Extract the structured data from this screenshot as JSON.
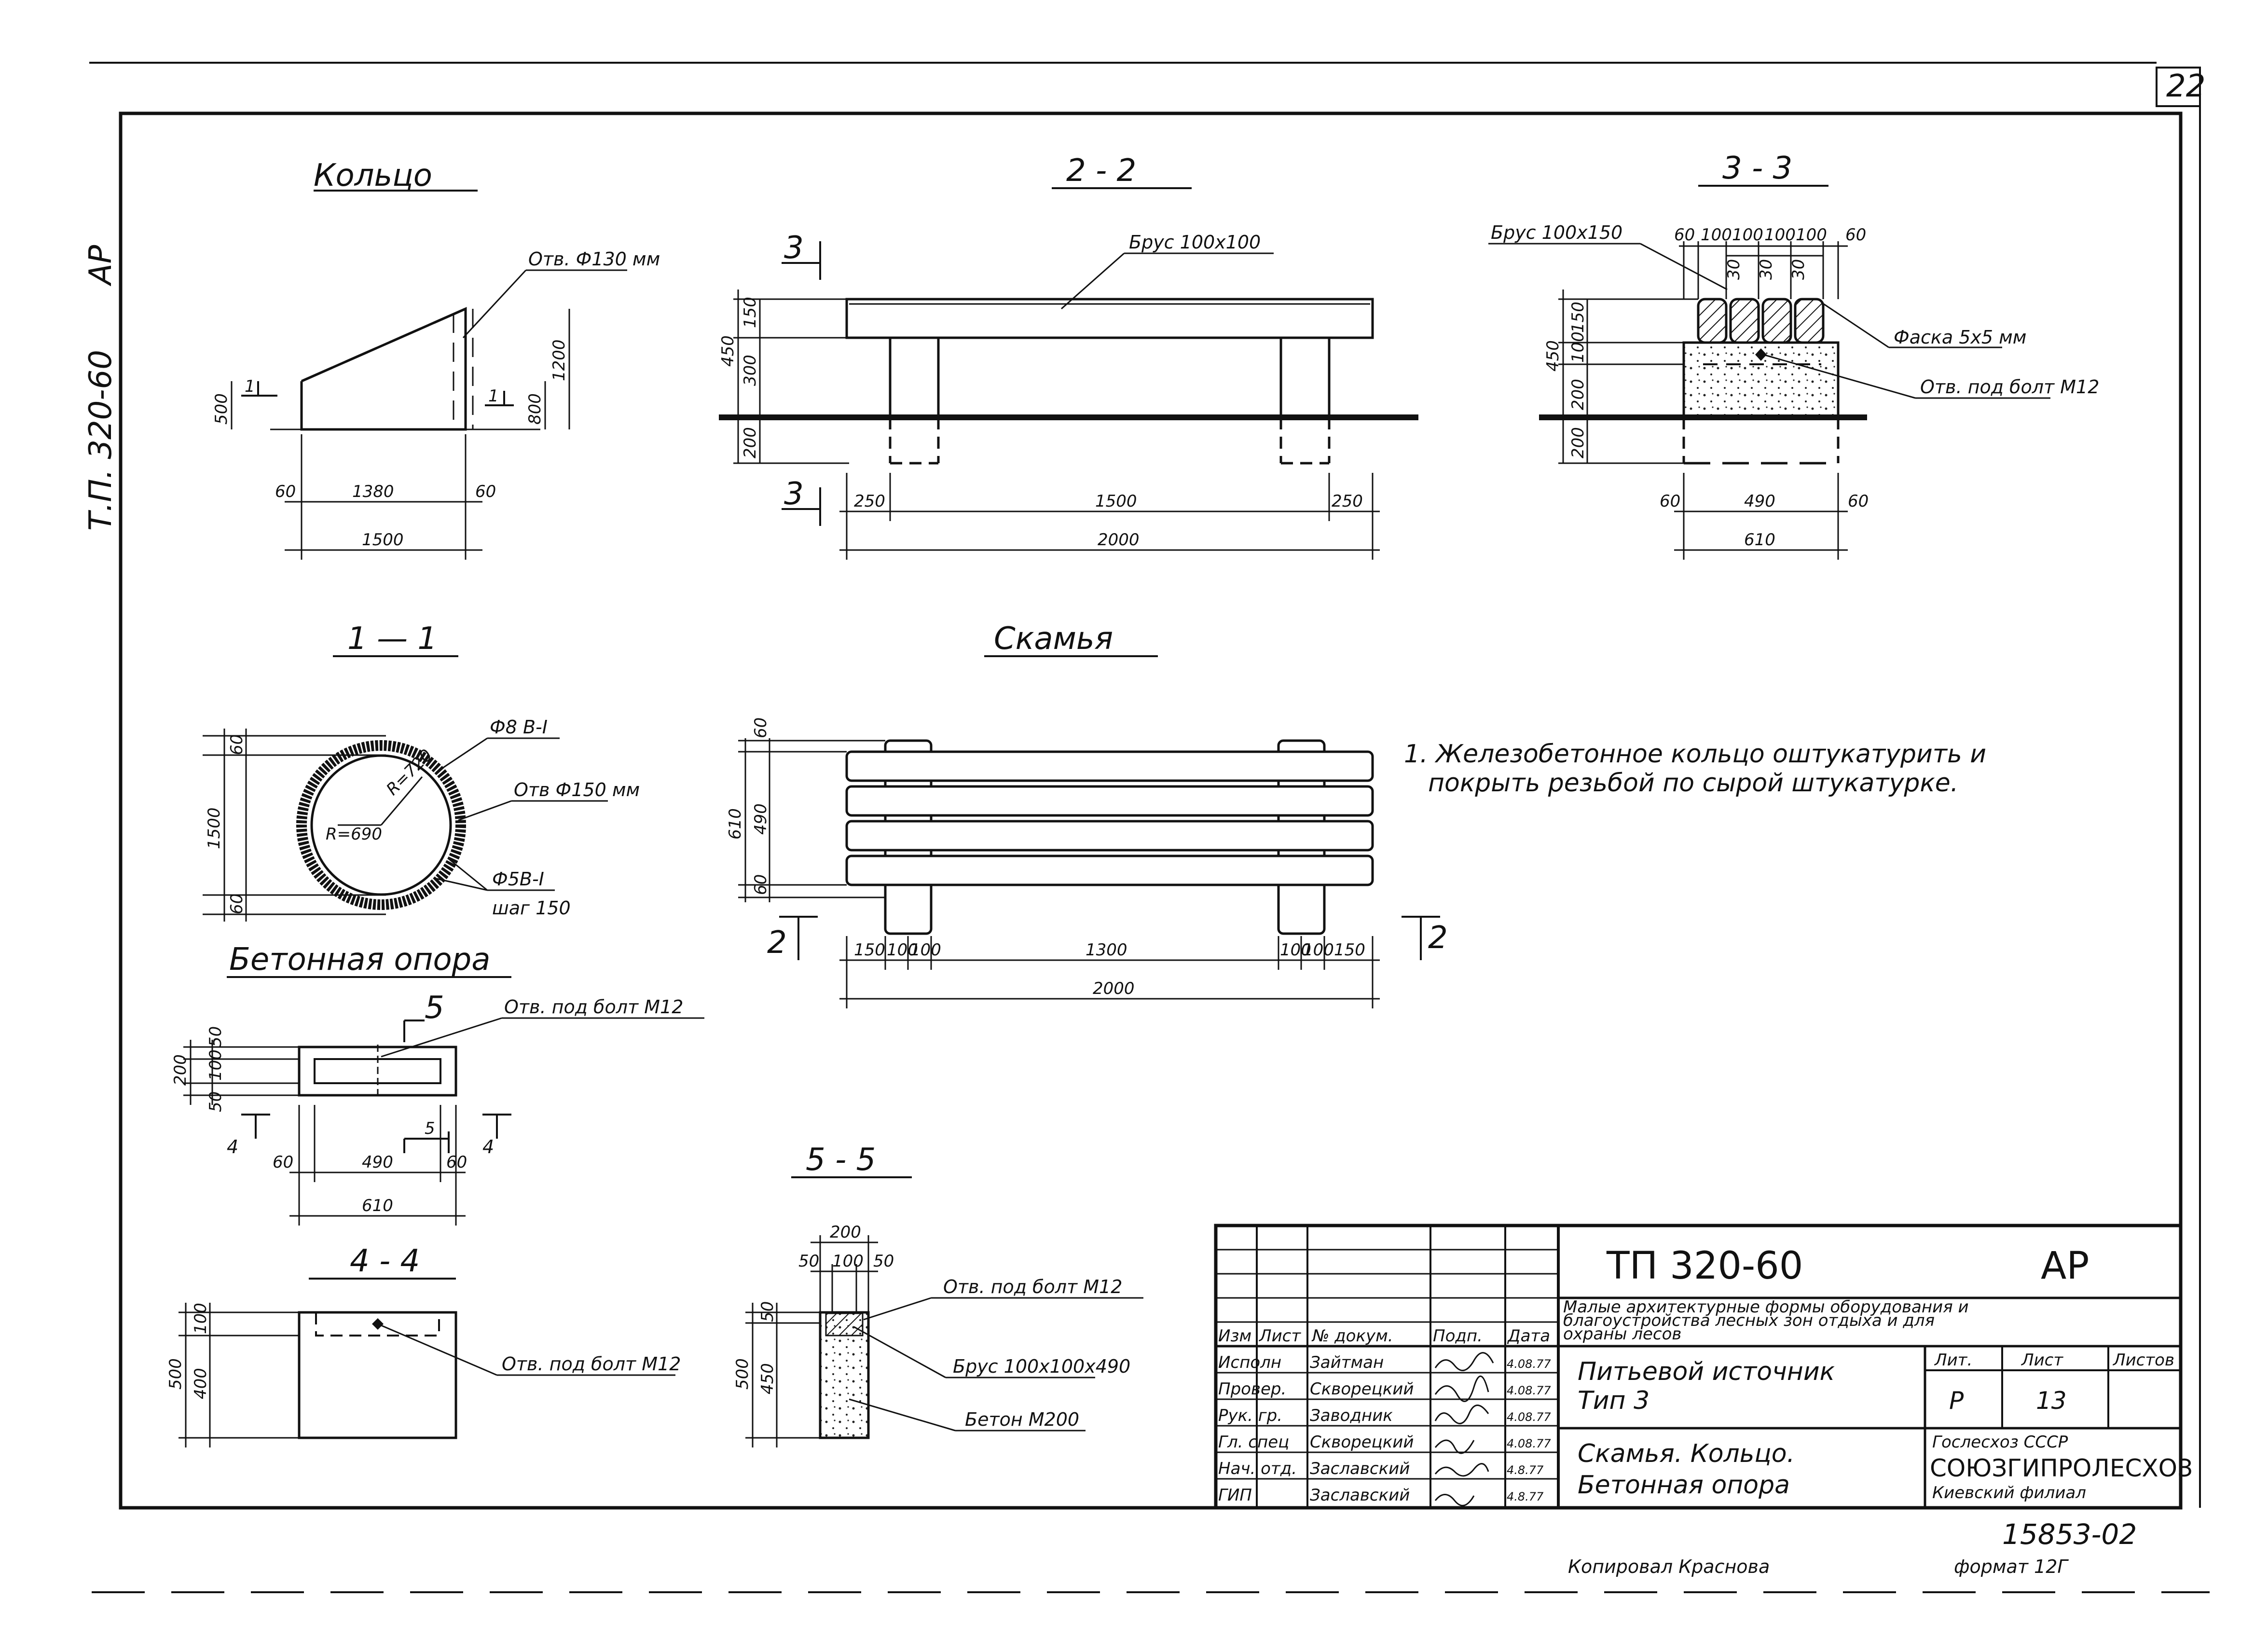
{
  "sheet": {
    "page_number": "22",
    "side_stamp": "Т.П. 320-60",
    "side_stamp_mark": "АР",
    "archive_number": "15853-02",
    "copied_by": "Копировал Краснова",
    "format": "формат 12Г"
  },
  "views": {
    "ring": {
      "title": "Кольцо",
      "callout": "Отв. Ф130 мм",
      "dims": [
        "500",
        "800",
        "1200",
        "60",
        "1380",
        "60",
        "1500"
      ],
      "sec_marks": [
        "1",
        "1"
      ]
    },
    "sec22": {
      "title": "2 - 2",
      "callout": "Брус 100х100",
      "dims": [
        "450",
        "150",
        "300",
        "200",
        "250",
        "1500",
        "250",
        "2000"
      ],
      "sec_marks": [
        "3",
        "3"
      ]
    },
    "sec33": {
      "title": "3 - 3",
      "callout_beam": "Брус 100х150",
      "callout_chamfer": "Фаска 5х5 мм",
      "callout_hole": "Отв. под болт М12",
      "top_dims": [
        "60",
        "100",
        "100",
        "100",
        "100",
        "60",
        "30",
        "30",
        "30"
      ],
      "dims": [
        "450",
        "150",
        "100",
        "200",
        "200",
        "60",
        "490",
        "60",
        "610"
      ]
    },
    "sec11": {
      "title": "1 — 1",
      "callout_rebar": "Ф8 В-I",
      "callout_hole": "Отв Ф150 мм",
      "callout_spiral": "Ф5В-I",
      "callout_step": "шаг 150",
      "radius_outer": "R=720",
      "radius_inner": "R=690",
      "dims": [
        "1500",
        "60",
        "60"
      ]
    },
    "bench": {
      "title": "Скамья",
      "dims": [
        "60",
        "490",
        "60",
        "610",
        "150",
        "100",
        "100",
        "1300",
        "100",
        "100",
        "150",
        "2000"
      ],
      "sec_marks": [
        "2",
        "2"
      ]
    },
    "support": {
      "title": "Бетонная опора",
      "callout": "Отв. под болт М12",
      "dims": [
        "50",
        "100",
        "50",
        "200",
        "60",
        "490",
        "60",
        "610"
      ],
      "sec_marks": [
        "5",
        "5",
        "4",
        "4"
      ]
    },
    "sec44": {
      "title": "4 - 4",
      "callout": "Отв. под болт М12",
      "dims": [
        "500",
        "100",
        "400"
      ]
    },
    "sec55": {
      "title": "5 - 5",
      "callout_hole": "Отв. под болт М12",
      "callout_beam": "Брус 100х100х490",
      "callout_concrete": "Бетон М200",
      "dims": [
        "200",
        "50",
        "100",
        "50",
        "500",
        "50",
        "450"
      ]
    }
  },
  "notes": {
    "line1": "1. Железобетонное   кольцо   оштукатурить  и",
    "line2": "покрыть резьбой по сырой   штукатурке."
  },
  "title_block": {
    "code": "ТП 320-60",
    "stage": "АР",
    "project_line1": "Малые архитектурные формы оборудования и",
    "project_line2": "благоустройства лесных зон отдыха и для",
    "project_line3": "охраны лесов",
    "sheet_title_1": "Питьевой источник",
    "sheet_title_2": "Тип 3",
    "drawing_title_1": "Скамья.  Кольцо.",
    "drawing_title_2": "Бетонная  опора",
    "head_lit": "Лит.",
    "head_sheet": "Лист",
    "head_sheets": "Листов",
    "lit": "Р",
    "sheet_no": "13",
    "org_1": "Гослесхоз СССР",
    "org_2": "СОЮЗГИПРОЛЕСХОЗ",
    "org_3": "Киевский филиал",
    "col_heads": [
      "Изм",
      "Лист",
      "№ докум.",
      "Подп.",
      "Дата"
    ],
    "rows": [
      {
        "role": "Исполн",
        "name": "Зайтман",
        "date": "4.08.77"
      },
      {
        "role": "Провер.",
        "name": "Скворецкий",
        "date": "4.08.77"
      },
      {
        "role": "Рук. гр.",
        "name": "Заводник",
        "date": "4.08.77"
      },
      {
        "role": "Гл. спец",
        "name": "Скворецкий",
        "date": "4.08.77"
      },
      {
        "role": "Нач. отд.",
        "name": "Заславский",
        "date": "4.8.77"
      },
      {
        "role": "ГИП",
        "name": "Заславский",
        "date": "4.8.77"
      }
    ]
  }
}
